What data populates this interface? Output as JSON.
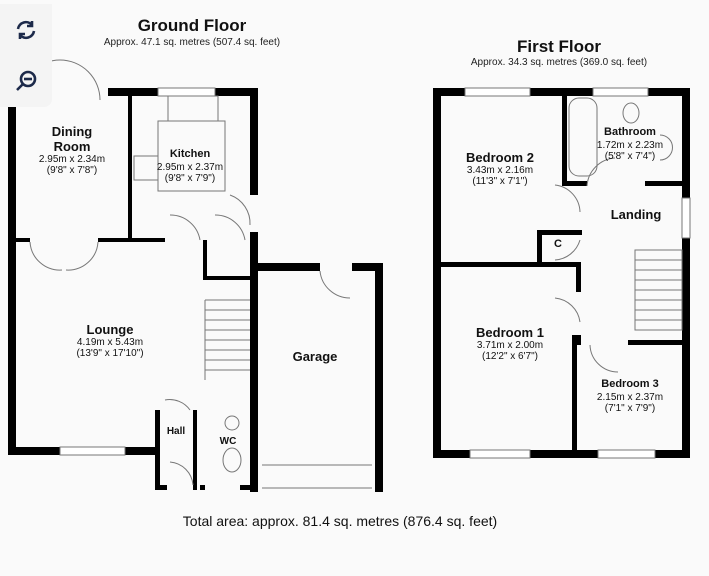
{
  "controls": {
    "rotate_icon": "rotate-icon",
    "zoom_out_icon": "zoom-out-icon"
  },
  "ground_floor": {
    "title": "Ground Floor",
    "area": "Approx. 47.1 sq. metres (507.4 sq. feet)",
    "rooms": [
      {
        "name": "Dining Room",
        "metric": "2.95m x 2.34m",
        "imperial": "(9'8\" x 7'8\")"
      },
      {
        "name": "Kitchen",
        "metric": "2.95m x 2.37m",
        "imperial": "(9'8\" x 7'9\")"
      },
      {
        "name": "Lounge",
        "metric": "4.19m x 5.43m",
        "imperial": "(13'9\" x 17'10\")"
      },
      {
        "name": "Garage"
      },
      {
        "name": "Hall"
      },
      {
        "name": "WC"
      }
    ]
  },
  "first_floor": {
    "title": "First Floor",
    "area": "Approx. 34.3 sq. metres (369.0 sq. feet)",
    "rooms": [
      {
        "name": "Bedroom 2",
        "metric": "3.43m x 2.16m",
        "imperial": "(11'3\" x 7'1\")"
      },
      {
        "name": "Bathroom",
        "metric": "1.72m x 2.23m",
        "imperial": "(5'8\" x 7'4\")"
      },
      {
        "name": "Landing"
      },
      {
        "name": "C"
      },
      {
        "name": "Bedroom 1",
        "metric": "3.71m x 2.00m",
        "imperial": "(12'2\" x 6'7\")"
      },
      {
        "name": "Bedroom 3",
        "metric": "2.15m x 2.37m",
        "imperial": "(7'1\" x 7'9\")"
      }
    ]
  },
  "total_area": "Total area: approx. 81.4 sq. metres (876.4 sq. feet)"
}
